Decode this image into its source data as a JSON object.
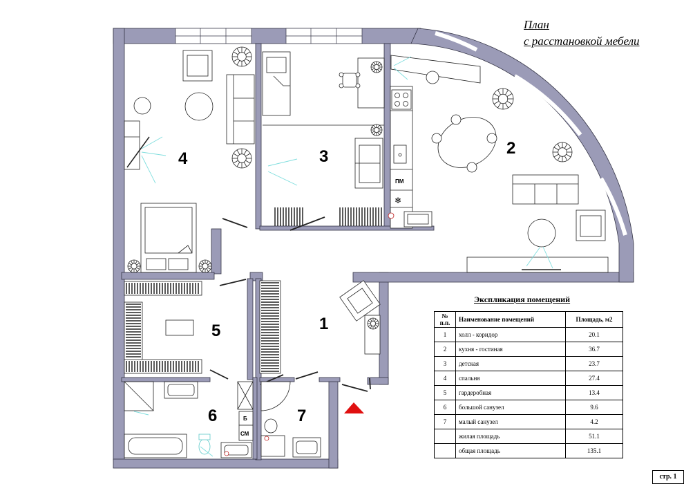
{
  "title": {
    "line1": "План",
    "line2": "с расстановкой мебели"
  },
  "rooms": [
    {
      "num": "1",
      "name": "холл - коридор",
      "area": "20.1"
    },
    {
      "num": "2",
      "name": "кухня - гостиная",
      "area": "36.7"
    },
    {
      "num": "3",
      "name": "детская",
      "area": "23.7"
    },
    {
      "num": "4",
      "name": "спальня",
      "area": "27.4"
    },
    {
      "num": "5",
      "name": "гардеробная",
      "area": "13.4"
    },
    {
      "num": "6",
      "name": "большой санузел",
      "area": "9.6"
    },
    {
      "num": "7",
      "name": "малый санузел",
      "area": "4.2"
    }
  ],
  "legend": {
    "title": "Экспликация помещений",
    "col_no": "№ п.п.",
    "col_name": "Наименование помещений",
    "col_area": "Площадь, м2",
    "living_label": "жилая площадь",
    "living_area": "51.1",
    "total_label": "общая площадь",
    "total_area": "135.1"
  },
  "appliance_labels": {
    "oven": "ПМ",
    "boiler": "Б",
    "washer": "СМ"
  },
  "page": "стр. 1",
  "colors": {
    "wall": "#9b9bb7",
    "wall_edge": "#333344",
    "accent_arrow": "#e01010",
    "light_rays": "#7fdede"
  }
}
